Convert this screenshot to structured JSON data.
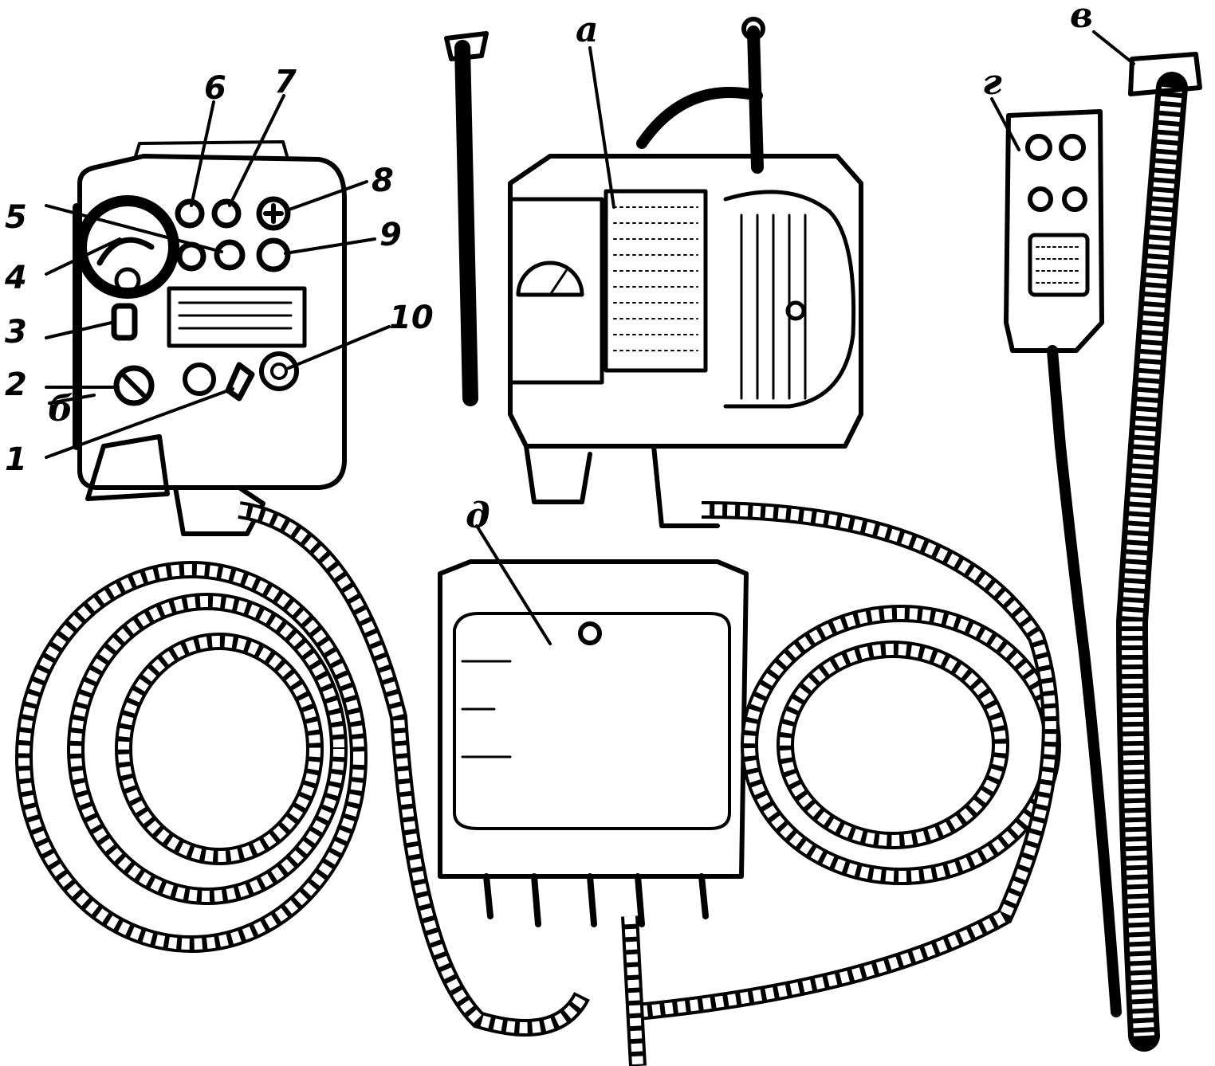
{
  "labels": {
    "a": "а",
    "b": "б",
    "v": "в",
    "g": "г",
    "d": "д"
  },
  "callouts": [
    "1",
    "2",
    "3",
    "4",
    "5",
    "6",
    "7",
    "8",
    "9",
    "10"
  ],
  "colors": {
    "ink": "#000000",
    "paper": "#ffffff"
  }
}
